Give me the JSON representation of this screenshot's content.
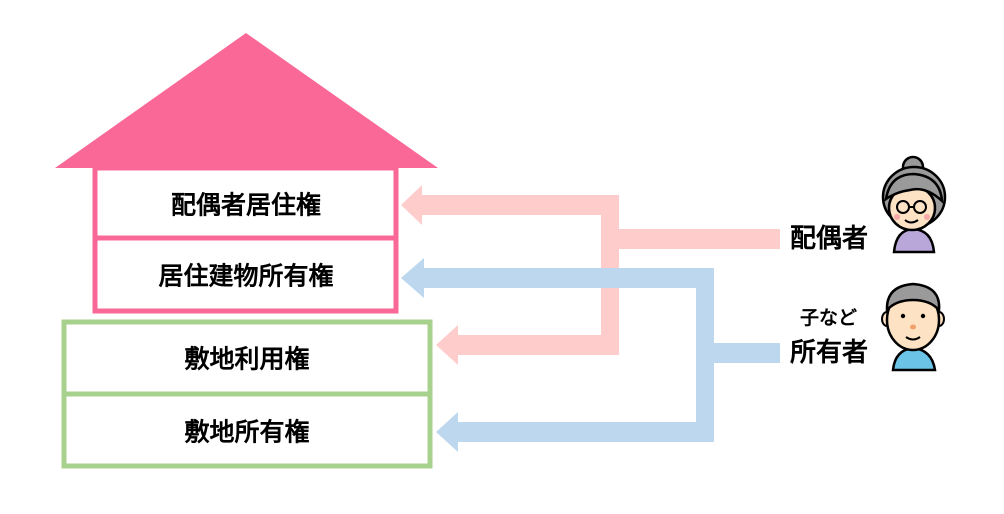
{
  "house": {
    "upper_rights": [
      "配偶者居住権",
      "居住建物所有権"
    ],
    "land_rights": [
      "敷地利用権",
      "敷地所有権"
    ]
  },
  "people": {
    "spouse": {
      "label": "配偶者"
    },
    "owner": {
      "sub_label": "子など",
      "label": "所有者"
    }
  },
  "colors": {
    "roof": "#f96897",
    "house_border": "#f96897",
    "land_border": "#a9d18e",
    "spouse_arrow": "#ffcccc",
    "owner_arrow": "#bdd7ee"
  }
}
